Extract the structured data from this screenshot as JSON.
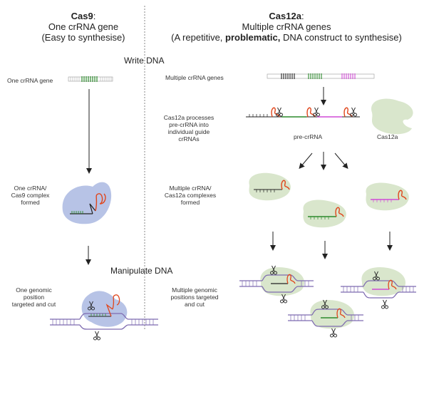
{
  "left_header": {
    "title": "Cas9",
    "title_suffix": ":",
    "line2": "One crRNA gene",
    "line3": "(Easy to synthesise)"
  },
  "right_header": {
    "title": "Cas12a",
    "title_suffix": ":",
    "line2": "Multiple crRNA genes",
    "line3_pre": "(A repetitive, ",
    "line3_bold": "problematic,",
    "line3_post": " DNA construct to synthesise)"
  },
  "sections": {
    "write_dna": "Write DNA",
    "manipulate_dna": "Manipulate DNA"
  },
  "labels": {
    "one_crrna_gene": "One crRNA gene",
    "one_complex_1": "One crRNA/",
    "one_complex_2": "Cas9 complex",
    "one_complex_3": "formed",
    "one_target_1": "One genomic",
    "one_target_2": "position",
    "one_target_3": "targeted and cut",
    "multi_genes": "Multiple crRNA genes",
    "process_1": "Cas12a processes",
    "process_2": "pre-crRNA into",
    "process_3": "individual guide",
    "process_4": "crRNAs",
    "pre_crrna": "pre-crRNA",
    "cas12a": "Cas12a",
    "multi_complex_1": "Multiple crRNA/",
    "multi_complex_2": "Cas12a complexes",
    "multi_complex_3": "formed",
    "multi_target_1": "Multiple genomic",
    "multi_target_2": "positions targeted",
    "multi_target_3": "and cut"
  },
  "colors": {
    "cas9_protein": "#b7c3e6",
    "cas12a_protein": "#d9e6cc",
    "crrna_red": "#e0461c",
    "guide_green": "#2c8a2c",
    "guide_magenta": "#d04ad6",
    "dna_purple": "#7e6bb0",
    "dna_black": "#222222",
    "divider": "#888888"
  },
  "icons": [
    "scissors-icon",
    "arrow-down-icon"
  ]
}
